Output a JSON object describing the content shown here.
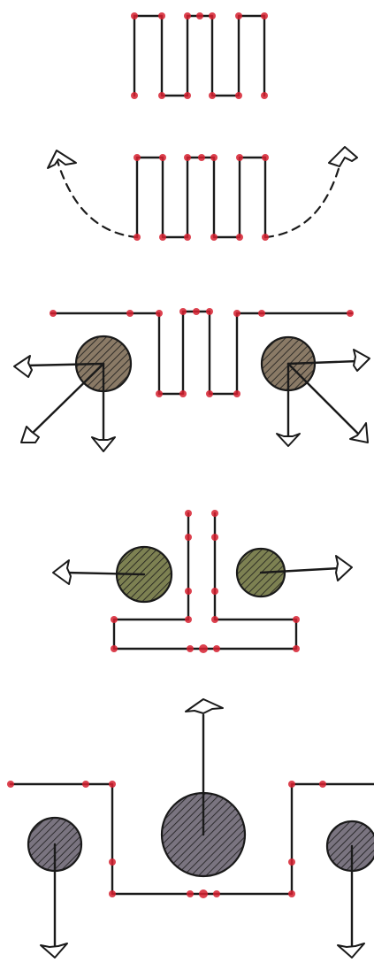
{
  "colors": {
    "line": "#1a1a1a",
    "node": "#d62030",
    "ball_brown": "#8a7a66",
    "ball_olive": "#7d8152",
    "ball_gray": "#7a7480",
    "hatch": "#1a1a1a"
  },
  "panels": [
    {
      "id": "panel-1",
      "shows": "meander-wire"
    },
    {
      "id": "panel-2",
      "shows": "meander-wire-with-dashed-pull-arrows"
    },
    {
      "id": "panel-3",
      "shows": "meander-wire-with-leads-and-two-balls"
    },
    {
      "id": "panel-4",
      "shows": "t-shaped-wire-with-two-balls"
    },
    {
      "id": "panel-5",
      "shows": "u-shaped-wire-with-three-balls"
    }
  ]
}
